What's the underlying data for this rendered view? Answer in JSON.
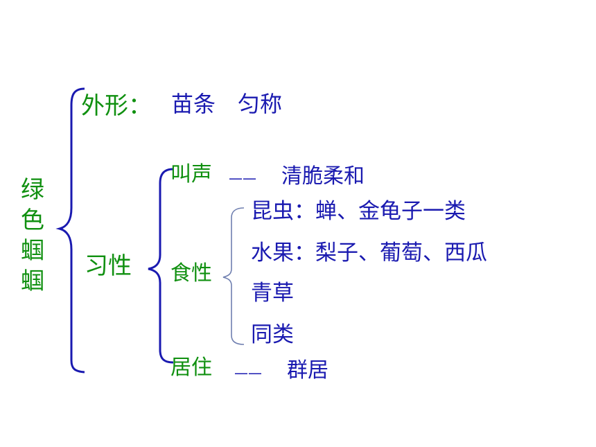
{
  "title": [
    "绿",
    "色",
    "蝈",
    "蝈"
  ],
  "waixing": {
    "label": "外形：",
    "content": "苗条　匀称"
  },
  "xixing": {
    "label": "习性"
  },
  "jiaosheng": {
    "label": "叫声",
    "dash": "——",
    "content": "清脆柔和"
  },
  "shixing": {
    "label": "食性",
    "items": [
      "昆虫：蝉、金龟子一类",
      "水果：梨子、葡萄、西瓜",
      "青草",
      "同类"
    ]
  },
  "juzhu": {
    "label": "居住",
    "dash": "——",
    "content": "群居"
  },
  "colors": {
    "label": "#109010",
    "content": "#1a1ab0",
    "brace": "#1a1ab0"
  }
}
